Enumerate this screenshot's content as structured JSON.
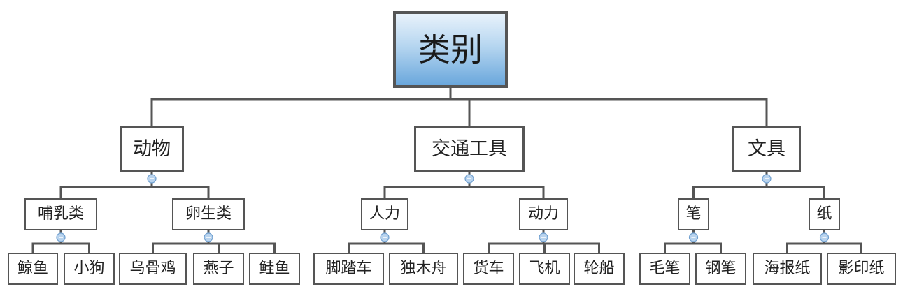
{
  "root": {
    "label": "类别",
    "children": [
      {
        "label": "动物",
        "children": [
          {
            "label": "哺乳类",
            "children": [
              {
                "label": "鲸鱼"
              },
              {
                "label": "小狗"
              }
            ]
          },
          {
            "label": "卵生类",
            "children": [
              {
                "label": "乌骨鸡"
              },
              {
                "label": "燕子"
              },
              {
                "label": "鲑鱼"
              }
            ]
          }
        ]
      },
      {
        "label": "交通工具",
        "children": [
          {
            "label": "人力",
            "children": [
              {
                "label": "脚踏车"
              },
              {
                "label": "独木舟"
              }
            ]
          },
          {
            "label": "动力",
            "children": [
              {
                "label": "货车"
              },
              {
                "label": "飞机"
              },
              {
                "label": "轮船"
              }
            ]
          }
        ]
      },
      {
        "label": "文具",
        "children": [
          {
            "label": "笔",
            "children": [
              {
                "label": "毛笔"
              },
              {
                "label": "钢笔"
              }
            ]
          },
          {
            "label": "纸",
            "children": [
              {
                "label": "海报纸"
              },
              {
                "label": "影印纸"
              }
            ]
          }
        ]
      }
    ]
  },
  "colors": {
    "line": "#555555",
    "root_fill_top": "#e8f2fb",
    "root_fill_bottom": "#6aa7dc",
    "collapse_dot_fill": "#b8d3ee",
    "collapse_dot_stroke": "#6f9fcf"
  },
  "icons": {
    "collapse_toggle": "collapse-toggle-icon"
  }
}
